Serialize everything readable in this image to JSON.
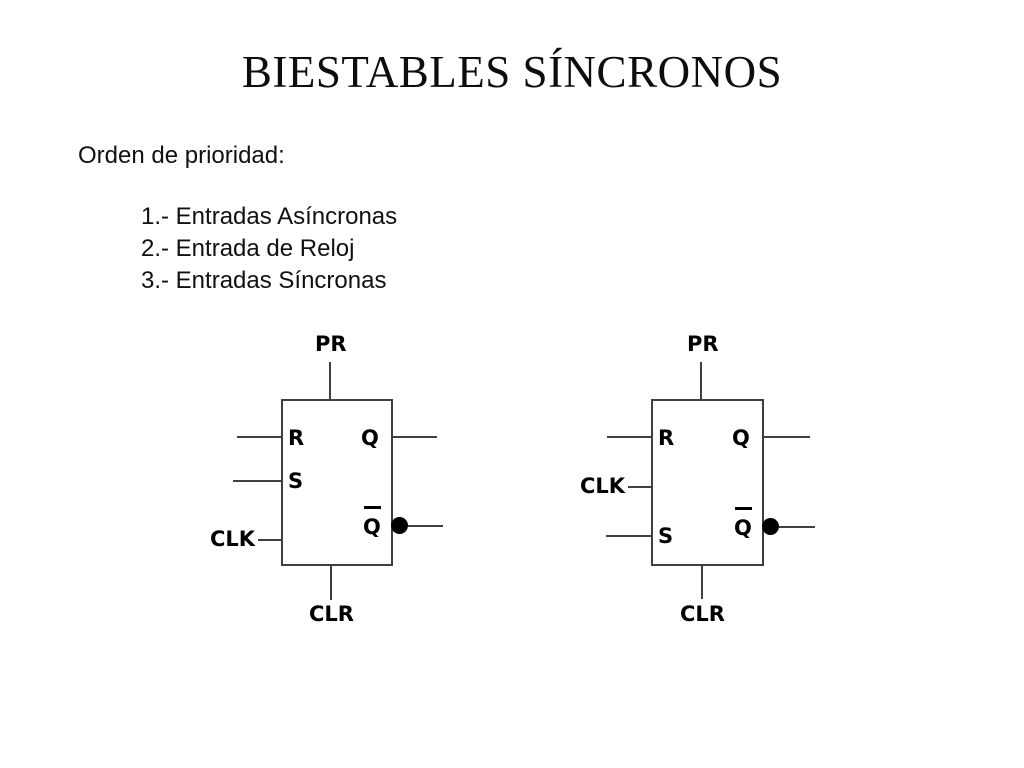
{
  "slide": {
    "title": "BIESTABLES SÍNCRONOS"
  },
  "content": {
    "heading": "Orden de prioridad:",
    "priority_list": [
      "1.- Entradas Asíncronas",
      "2.- Entrada de Reloj",
      "3.- Entradas Síncronas"
    ]
  },
  "diagrams": [
    {
      "id": "flipflop-left",
      "type": "RS flip-flop with asynchronous preset/clear, active-low Q-not output",
      "labels": {
        "pr": "PR",
        "clr": "CLR",
        "clk": "CLK",
        "r": "R",
        "s": "S",
        "q": "Q",
        "q_bar": "Q"
      }
    },
    {
      "id": "flipflop-right",
      "type": "RS flip-flop with asynchronous preset/clear, active-low Q-not output",
      "labels": {
        "pr": "PR",
        "clr": "CLR",
        "clk": "CLK",
        "r": "R",
        "s": "S",
        "q": "Q",
        "q_bar": "Q"
      }
    }
  ],
  "colors": {
    "background": "#ffffff",
    "text": "#000000",
    "line": "#3f3f3f"
  }
}
